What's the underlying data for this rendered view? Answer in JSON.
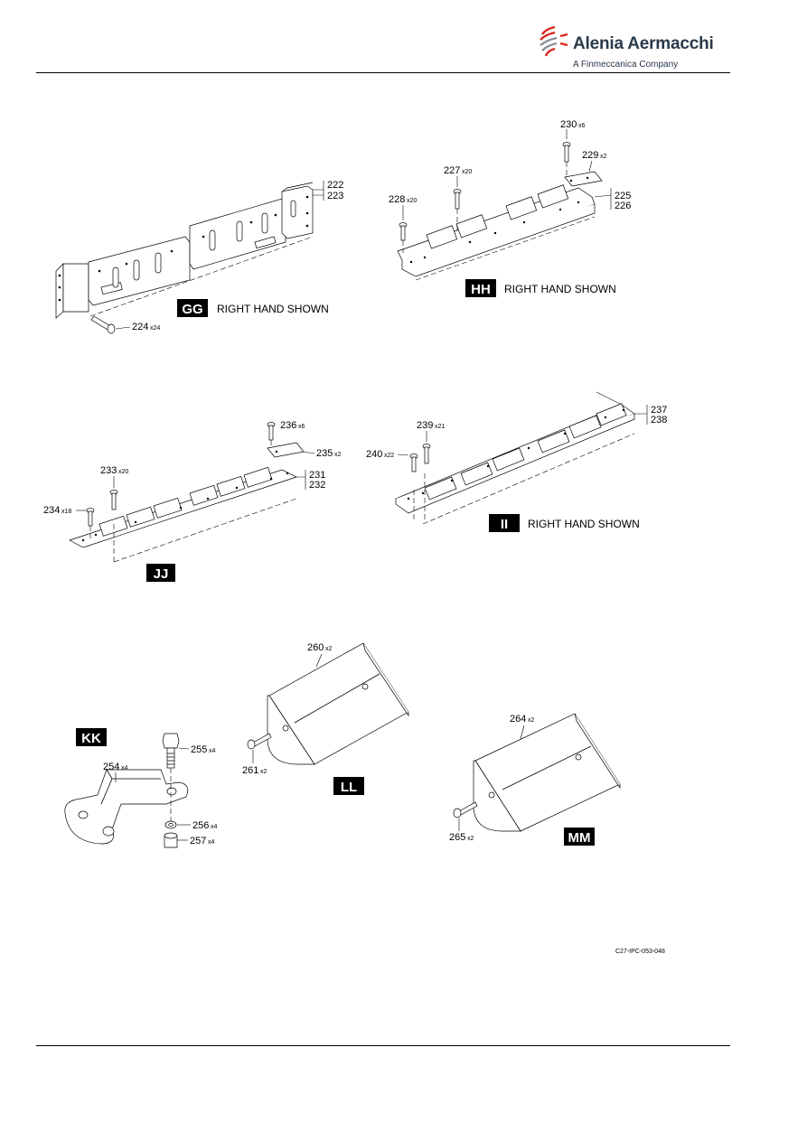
{
  "header": {
    "brand": "Alenia Aermacchi",
    "subtitle": "A Finmeccanica Company",
    "brand_colors": {
      "swoosh": "#d9261c",
      "text": "#2a3a4a"
    }
  },
  "views": {
    "gg": {
      "badge": "GG",
      "caption": "RIGHT HAND SHOWN",
      "parts": [
        {
          "num": "222",
          "qty": ""
        },
        {
          "num": "223",
          "qty": ""
        },
        {
          "num": "224",
          "qty": "x24"
        }
      ]
    },
    "hh": {
      "badge": "HH",
      "caption": "RIGHT HAND SHOWN",
      "parts": [
        {
          "num": "230",
          "qty": "x6"
        },
        {
          "num": "229",
          "qty": "x2"
        },
        {
          "num": "227",
          "qty": "x20"
        },
        {
          "num": "228",
          "qty": "x20"
        },
        {
          "num": "225",
          "qty": ""
        },
        {
          "num": "226",
          "qty": ""
        }
      ]
    },
    "jj": {
      "badge": "JJ",
      "caption": "",
      "parts": [
        {
          "num": "236",
          "qty": "x6"
        },
        {
          "num": "235",
          "qty": "x2"
        },
        {
          "num": "233",
          "qty": "x20"
        },
        {
          "num": "231",
          "qty": ""
        },
        {
          "num": "232",
          "qty": ""
        },
        {
          "num": "234",
          "qty": "x18"
        }
      ]
    },
    "ii": {
      "badge": "II",
      "caption": "RIGHT HAND SHOWN",
      "parts": [
        {
          "num": "237",
          "qty": ""
        },
        {
          "num": "238",
          "qty": ""
        },
        {
          "num": "239",
          "qty": "x21"
        },
        {
          "num": "240",
          "qty": "x22"
        }
      ]
    },
    "kk": {
      "badge": "KK",
      "parts": [
        {
          "num": "255",
          "qty": "x4"
        },
        {
          "num": "254",
          "qty": "x4"
        },
        {
          "num": "256",
          "qty": "x4"
        },
        {
          "num": "257",
          "qty": "x4"
        }
      ]
    },
    "ll": {
      "badge": "LL",
      "parts": [
        {
          "num": "260",
          "qty": "x2"
        },
        {
          "num": "261",
          "qty": "x2"
        }
      ]
    },
    "mm": {
      "badge": "MM",
      "parts": [
        {
          "num": "264",
          "qty": "x2"
        },
        {
          "num": "265",
          "qty": "x2"
        }
      ]
    }
  },
  "figure_ref": "C27-IPC-053-048"
}
